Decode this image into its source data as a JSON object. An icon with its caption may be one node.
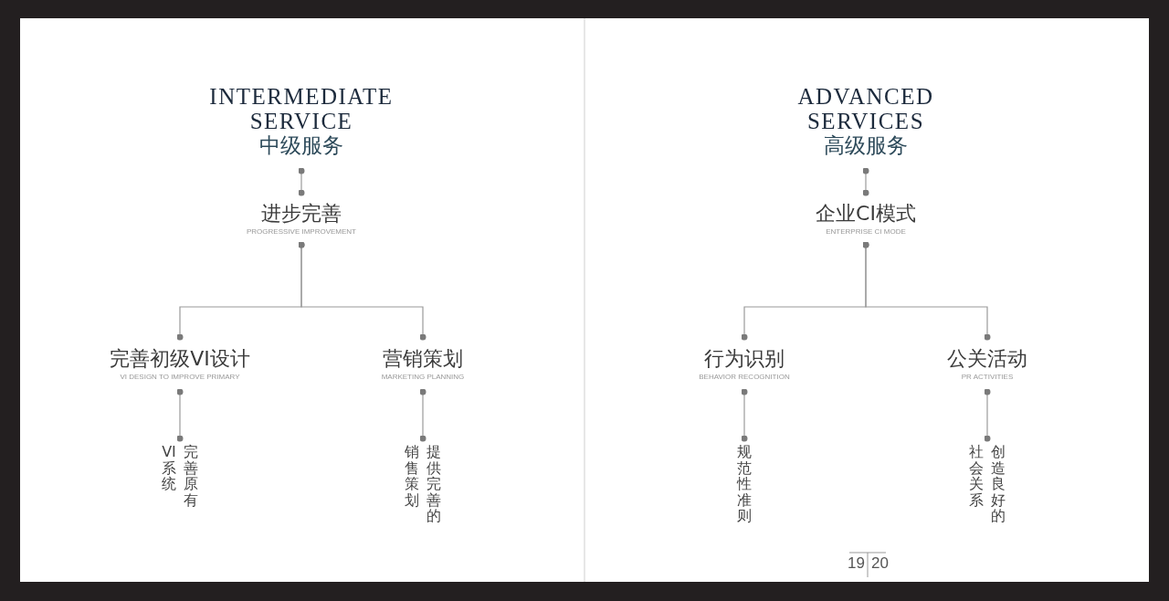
{
  "diagram": {
    "nodes": [
      {
        "text": [
          "INTERMEDIATE SERVICE",
          "中级服务"
        ]
      },
      {
        "text": [
          "进步完善",
          "PROGRESSIVE IMPROVEMENT"
        ]
      },
      {
        "text": [
          "完善初级VI设计",
          "VI DESIGN TO IMPROVE PRIMARY"
        ]
      },
      {
        "text": [
          "营销策划",
          "MARKETING PLANNING"
        ]
      },
      {
        "text": [
          "完善原有VI系统"
        ]
      },
      {
        "text": [
          "提供完善的销售策划"
        ]
      },
      {
        "text": [
          "ADVANCED SERVICES",
          "高级服务"
        ]
      },
      {
        "text": [
          "企业CI模式",
          "ENTERPRISE CI MODE"
        ]
      },
      {
        "text": [
          "行为识别",
          "BEHAVIOR RECOGNITION"
        ]
      },
      {
        "text": [
          "公关活动",
          "PR ACTIVITIES"
        ]
      },
      {
        "text": [
          "规范性准则"
        ]
      },
      {
        "text": [
          "创造良好的社会关系"
        ]
      }
    ],
    "edges": [
      {
        "from": 0,
        "to": 1,
        "arrow": "other"
      },
      {
        "from": 1,
        "to": 2,
        "arrow": "other"
      },
      {
        "from": 1,
        "to": 3,
        "arrow": "other"
      },
      {
        "from": 2,
        "to": 4,
        "arrow": "other"
      },
      {
        "from": 3,
        "to": 5,
        "arrow": "other"
      },
      {
        "from": 6,
        "to": 7,
        "arrow": "other"
      },
      {
        "from": 7,
        "to": 8,
        "arrow": "other"
      },
      {
        "from": 7,
        "to": 9,
        "arrow": "other"
      },
      {
        "from": 8,
        "to": 10,
        "arrow": "other"
      },
      {
        "from": 9,
        "to": 11,
        "arrow": "other"
      }
    ],
    "labels": [
      "19",
      "20"
    ]
  }
}
